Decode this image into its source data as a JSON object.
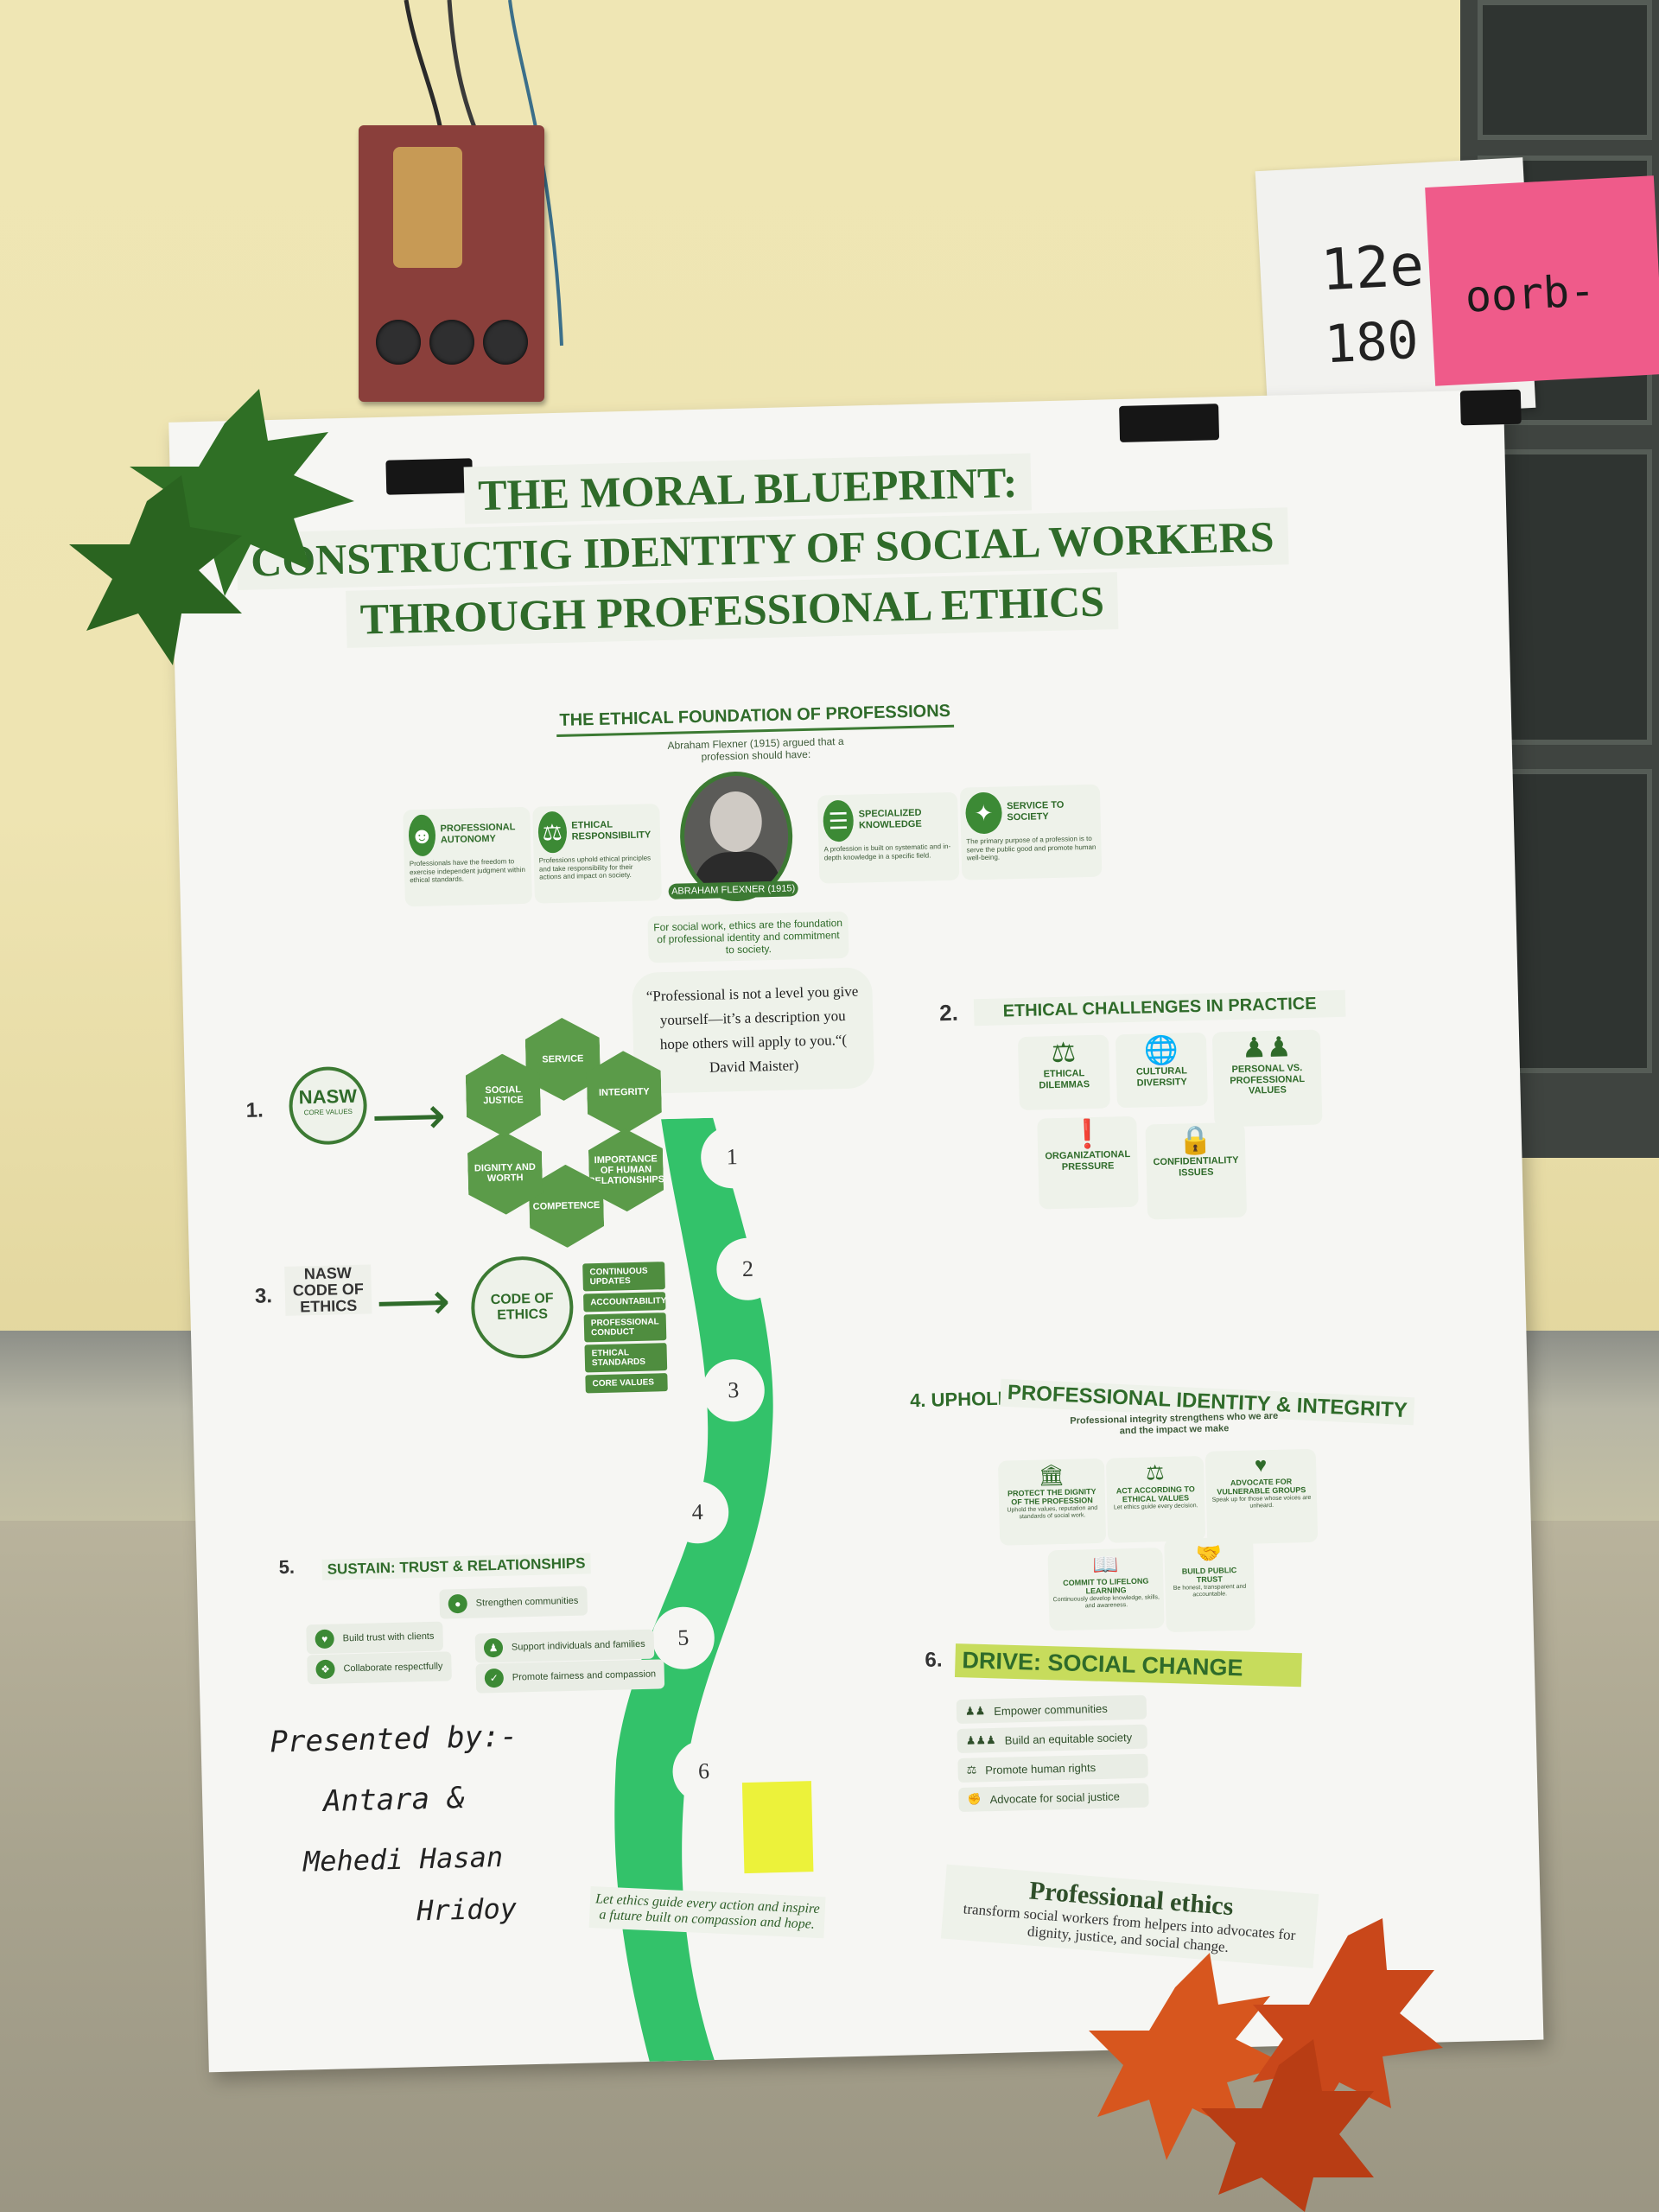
{
  "note_card": {
    "line1": "12е",
    "line2": "180",
    "pink_text": "oorb-"
  },
  "poster": {
    "title_lines": [
      "THE MORAL BLUEPRINT:",
      "CONSTRUCTIG IDENTITY OF SOCIAL WORKERS",
      "THROUGH PROFESSIONAL ETHICS"
    ],
    "foundation": {
      "title": "THE ETHICAL FOUNDATION OF PROFESSIONS",
      "intro": "Abraham Flexner (1915) argued that a profession should have:",
      "portrait_name": "ABRAHAM FLEXNER",
      "portrait_year": "(1915)",
      "items": [
        {
          "label": "PROFESSIONAL AUTONOMY",
          "desc": "Professionals have the freedom to exercise independent judgment within ethical standards."
        },
        {
          "label": "ETHICAL RESPONSIBILITY",
          "desc": "Professions uphold ethical principles and take responsibility for their actions and impact on society."
        },
        {
          "label": "SPECIALIZED KNOWLEDGE",
          "desc": "A profession is built on systematic and in-depth knowledge in a specific field."
        },
        {
          "label": "SERVICE TO SOCIETY",
          "desc": "The primary purpose of a profession is to serve the public good and promote human well-being."
        }
      ],
      "note": "For social work, ethics are the foundation of professional identity and commitment to society."
    },
    "quote": "“Professional is not a level you give yourself—it’s a description you hope others will apply to you.“( David Maister)",
    "path_steps": [
      "1",
      "2",
      "3",
      "4",
      "5",
      "6"
    ],
    "section1": {
      "number": "1.",
      "badge_main": "NASW",
      "badge_sub": "CORE VALUES",
      "hexes": [
        "SERVICE",
        "INTEGRITY",
        "IMPORTANCE OF HUMAN RELATIONSHIPS",
        "COMPETENCE",
        "DIGNITY AND WORTH",
        "SOCIAL JUSTICE"
      ]
    },
    "section2": {
      "number": "2.",
      "title": "ETHICAL CHALLENGES IN PRACTICE",
      "items": [
        "ETHICAL DILEMMAS",
        "CULTURAL DIVERSITY",
        "PERSONAL VS. PROFESSIONAL VALUES",
        "ORGANIZATIONAL PRESSURE",
        "CONFIDENTIALITY ISSUES"
      ]
    },
    "section3": {
      "number": "3.",
      "label": "NASW CODE OF ETHICS",
      "center": "CODE OF ETHICS",
      "tags": [
        "CONTINUOUS UPDATES",
        "ACCOUNTABILITY",
        "PROFESSIONAL CONDUCT",
        "ETHICAL STANDARDS",
        "CORE VALUES"
      ]
    },
    "section4": {
      "number": "4.",
      "prefix": "UPHOLD:",
      "title": "PROFESSIONAL IDENTITY & INTEGRITY",
      "subtitle": "Professional integrity strengthens who we are and the impact we make",
      "items": [
        {
          "label": "PROTECT THE DIGNITY OF THE PROFESSION",
          "desc": "Uphold the values, reputation and standards of social work."
        },
        {
          "label": "ACT ACCORDING TO ETHICAL VALUES",
          "desc": "Let ethics guide every decision."
        },
        {
          "label": "ADVOCATE FOR VULNERABLE GROUPS",
          "desc": "Speak up for those whose voices are unheard."
        },
        {
          "label": "COMMIT TO LIFELONG LEARNING",
          "desc": "Continuously develop knowledge, skills, and awareness."
        },
        {
          "label": "BUILD PUBLIC TRUST",
          "desc": "Be honest, transparent and accountable."
        }
      ]
    },
    "section5": {
      "number": "5.",
      "title": "SUSTAIN: TRUST & RELATIONSHIPS",
      "items": [
        "Strengthen communities",
        "Build trust with clients",
        "Support individuals and families",
        "Collaborate respectfully",
        "Promote fairness and compassion"
      ]
    },
    "section6": {
      "number": "6.",
      "prefix": "DRIVE:",
      "title": "SOCIAL CHANGE",
      "items": [
        "Empower communities",
        "Build an equitable society",
        "Promote human rights",
        "Advocate for social justice"
      ]
    },
    "closing_left": "Let ethics guide every action and inspire a future built on compassion and hope.",
    "closing_right_title": "Professional ethics",
    "closing_right_body": "transform social workers from helpers into advocates for dignity, justice, and social change.",
    "presented": {
      "label": "Presented by:-",
      "names": [
        "Antara &",
        "Mehedi Hasan",
        "Hridoy"
      ]
    }
  }
}
